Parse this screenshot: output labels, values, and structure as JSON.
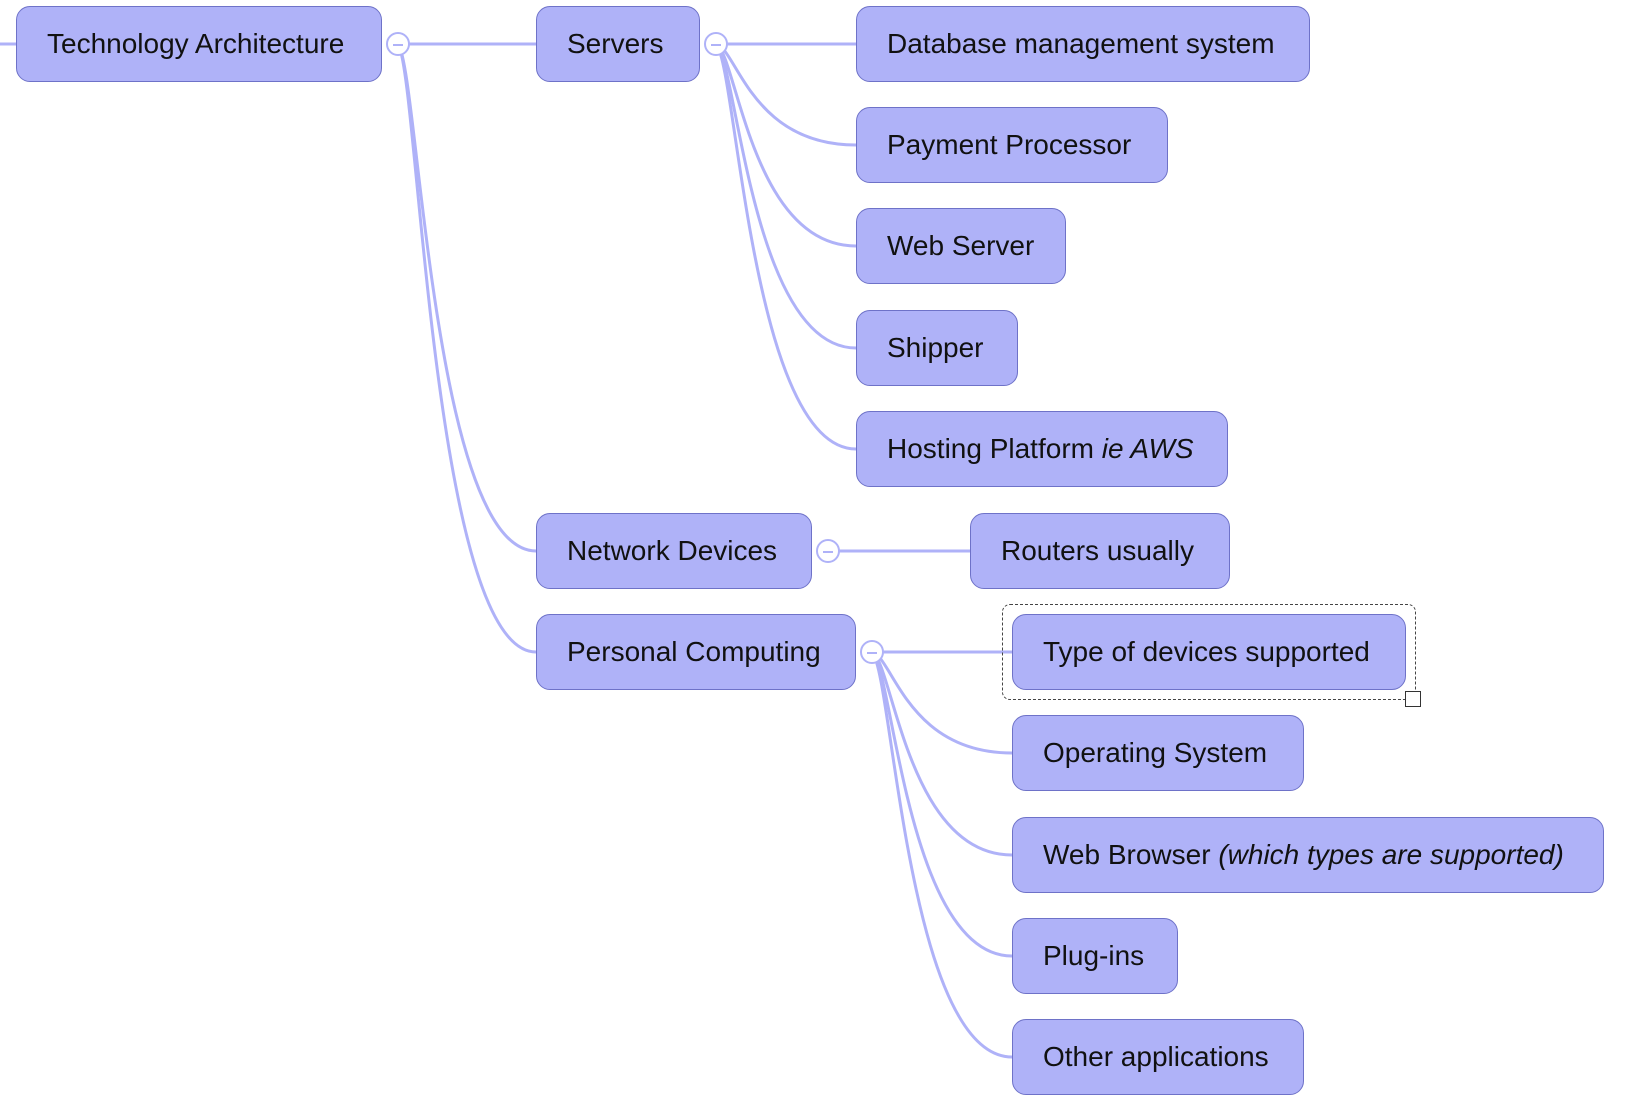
{
  "mindmap": {
    "link_color": "#afb2f8",
    "node_fill": "#afb2f8",
    "node_border": "#6e72c8",
    "root": {
      "label": "Technology Architecture"
    },
    "branches": [
      {
        "label": "Servers",
        "children": [
          {
            "label": "Database management system"
          },
          {
            "label": "Payment Processor"
          },
          {
            "label": "Web Server"
          },
          {
            "label": "Shipper"
          },
          {
            "label": "Hosting Platform",
            "label_italic": "ie AWS"
          }
        ]
      },
      {
        "label": "Network Devices",
        "children": [
          {
            "label": "Routers usually"
          }
        ]
      },
      {
        "label": "Personal Computing",
        "children": [
          {
            "label": "Type of devices supported",
            "selected": true
          },
          {
            "label": "Operating System"
          },
          {
            "label": "Web Browser",
            "label_italic": "(which types are supported)"
          },
          {
            "label": "Plug-ins"
          },
          {
            "label": "Other applications"
          }
        ]
      }
    ]
  }
}
